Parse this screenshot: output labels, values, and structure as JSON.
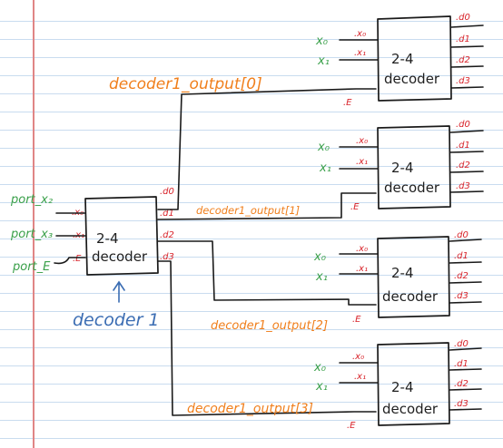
{
  "decoder_label_line1": "2-4",
  "decoder_label_line2": "decoder",
  "main_decoder": {
    "inputs": [
      ".x₀",
      ".x₁",
      ".E"
    ],
    "outputs": [
      ".d0",
      ".d1",
      ".d2",
      ".d3"
    ],
    "caption": "decoder 1"
  },
  "external_ports": [
    "port_x₂",
    "port_x₃",
    "port_E"
  ],
  "sub_decoders": [
    {
      "inputs": [
        ".x₀",
        ".x₁",
        ".E"
      ],
      "outputs": [
        ".d0",
        ".d1",
        ".d2",
        ".d3"
      ],
      "bus_label": "decoder1_output[0]",
      "source_labels": [
        "x₀",
        "x₁"
      ]
    },
    {
      "inputs": [
        ".x₀",
        ".x₁",
        ".E"
      ],
      "outputs": [
        ".d0",
        ".d1",
        ".d2",
        ".d3"
      ],
      "bus_label": "decoder1_output[1]",
      "source_labels": [
        "x₀",
        "x₁"
      ]
    },
    {
      "inputs": [
        ".x₀",
        ".x₁",
        ".E"
      ],
      "outputs": [
        ".d0",
        ".d1",
        ".d2",
        ".d3"
      ],
      "bus_label": "decoder1_output[2]",
      "source_labels": [
        "x₀",
        "x₁"
      ]
    },
    {
      "inputs": [
        ".x₀",
        ".x₁",
        ".E"
      ],
      "outputs": [
        ".d0",
        ".d1",
        ".d2",
        ".d3"
      ],
      "bus_label": "decoder1_output[3]",
      "source_labels": [
        "x₀",
        "x₁"
      ]
    }
  ],
  "colors": {
    "ink": "#1a1a1a",
    "port_red": "#d8232a",
    "signal_green": "#3aa04a",
    "bus_orange": "#f07f1c",
    "caption_blue": "#3b6db3",
    "paper_rule": "#c9dcef",
    "margin_line": "#e08585"
  }
}
